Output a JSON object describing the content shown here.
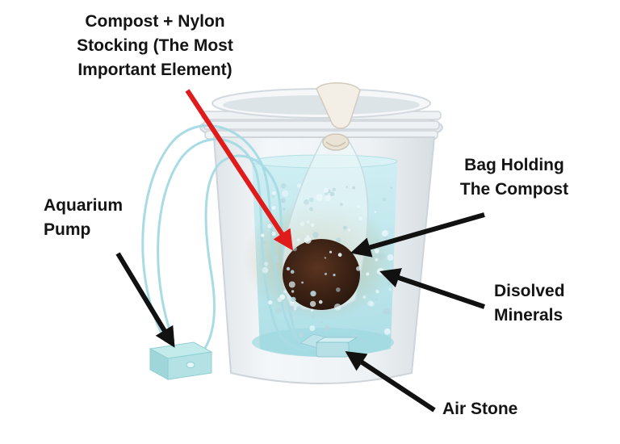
{
  "labels": {
    "compost": {
      "lines": [
        "Compost + Nylon",
        "Stocking (The Most",
        "Important Element)"
      ],
      "arrow_color": "#e01b1b"
    },
    "bag": {
      "lines": [
        "Bag Holding",
        "The Compost"
      ]
    },
    "pump": {
      "lines": [
        "Aquarium",
        "Pump"
      ]
    },
    "minerals": {
      "lines": [
        "Disolved",
        "Minerals"
      ]
    },
    "airstone": {
      "lines": [
        "Air Stone"
      ]
    }
  },
  "colors": {
    "text": "#141414",
    "arrow": "#111111",
    "water": "#bfe6ec",
    "tubing": "#a9dbe4",
    "compost": "#3a2216",
    "pump": "#9ed6d9",
    "bucket": "#e9eef1"
  },
  "icons": {
    "bucket": "bucket-icon",
    "pump": "aquarium-pump-icon",
    "airstone": "air-stone-icon",
    "bag": "nylon-bag-icon"
  }
}
